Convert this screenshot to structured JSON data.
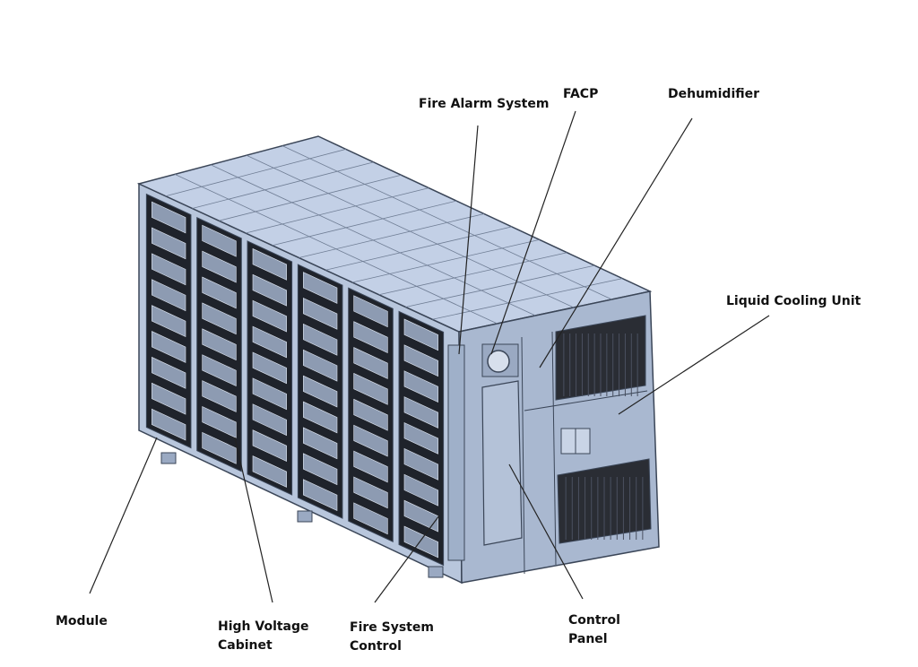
{
  "labels": {
    "fire_alarm_system": "Fire Alarm System",
    "facp": "FACP",
    "dehumidifier": "Dehumidifier",
    "liquid_cooling_unit": "Liquid Cooling Unit",
    "module": "Module",
    "high_voltage_cabinet": [
      "High Voltage",
      "Cabinet"
    ],
    "fire_system_control": [
      "Fire System",
      "Control"
    ],
    "control_panel": [
      "Control",
      "Panel"
    ]
  },
  "colors": {
    "container_body": "#b8c6dc",
    "container_roof": "#c3d0e6",
    "container_end": "#a9b8d0",
    "outline": "#3b4658",
    "louver": "#2a2d34",
    "leader": "#222222"
  }
}
